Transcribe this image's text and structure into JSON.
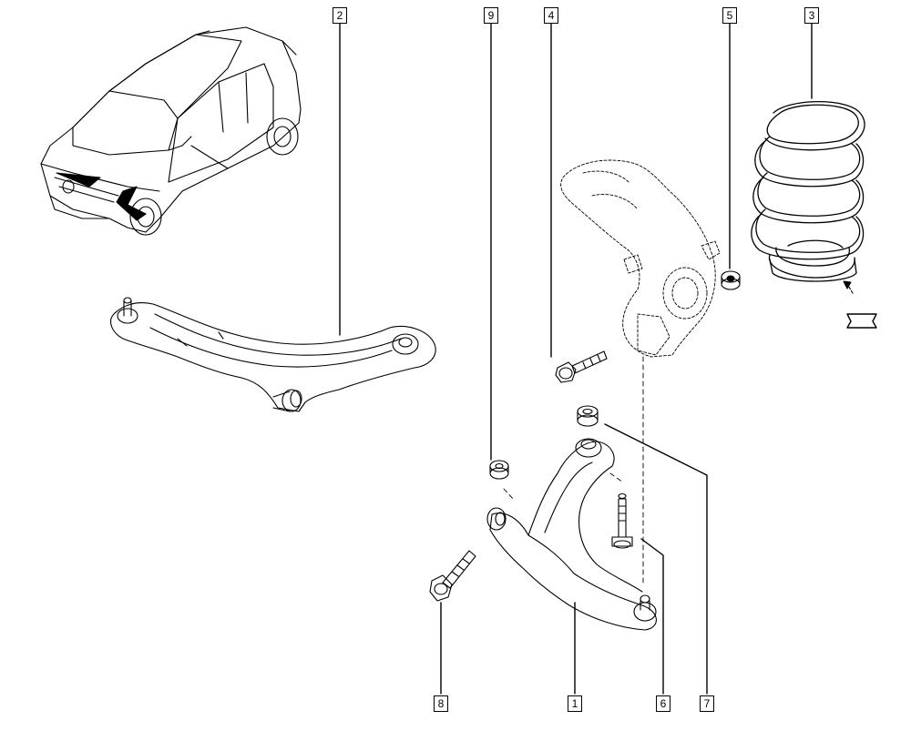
{
  "diagram": {
    "callouts": [
      {
        "id": "c2",
        "label": "2"
      },
      {
        "id": "c9",
        "label": "9"
      },
      {
        "id": "c4",
        "label": "4"
      },
      {
        "id": "c5",
        "label": "5"
      },
      {
        "id": "c3",
        "label": "3"
      },
      {
        "id": "c8",
        "label": "8"
      },
      {
        "id": "c1",
        "label": "1"
      },
      {
        "id": "c6",
        "label": "6"
      },
      {
        "id": "c7",
        "label": "7"
      }
    ]
  }
}
